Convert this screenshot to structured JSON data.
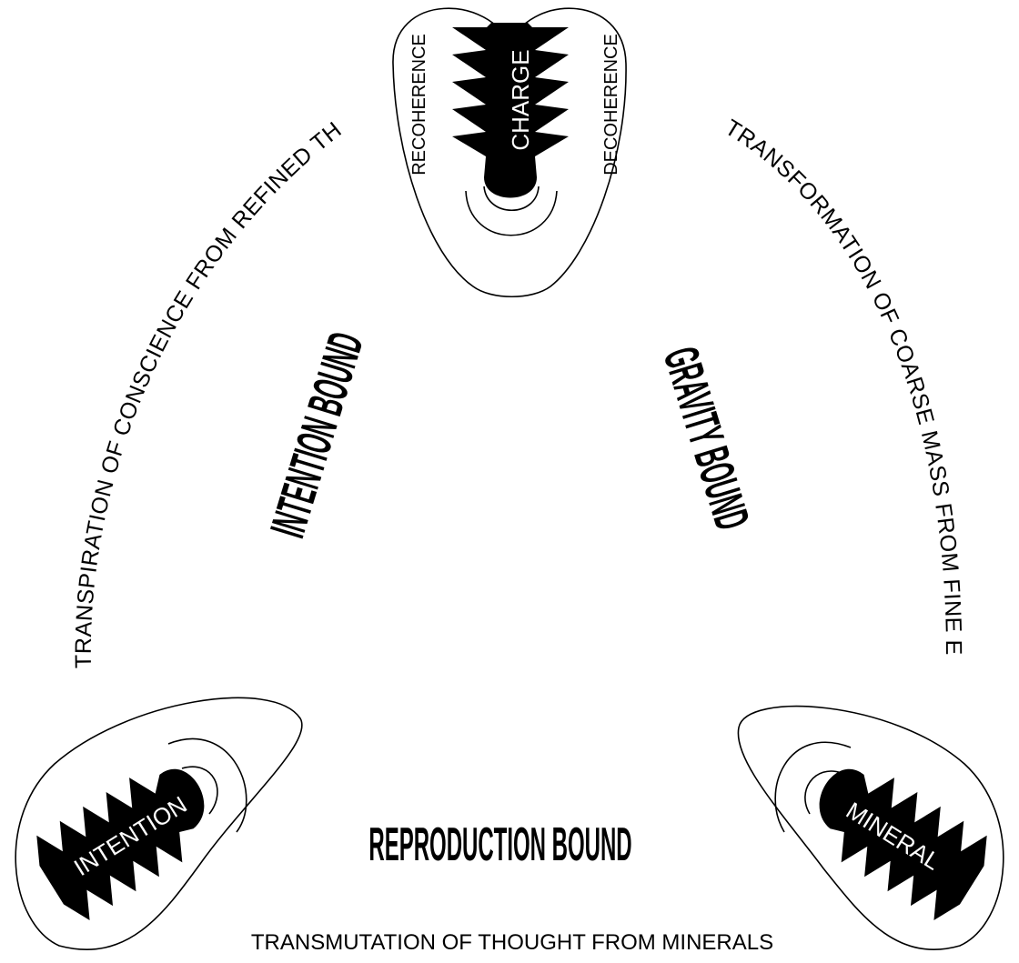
{
  "diagram": {
    "nodes": {
      "top": {
        "label": "CHARGE",
        "left_side": "RECOHERENCE",
        "right_side": "DECOHERENCE"
      },
      "bottom_left": {
        "label": "INTENTION"
      },
      "bottom_right": {
        "label": "MINERAL"
      }
    },
    "arcs": {
      "left": "TRANSPIRATION OF CONSCIENCE  FROM REFINED THOUGHT",
      "right": "TRANSFORMATION OF COARSE MASS FROM FINE ENERGY",
      "bottom": "TRANSMUTATION OF THOUGHT FROM MINERALS"
    },
    "bounds": {
      "left": "INTENTION BOUND",
      "right": "GRAVITY BOUND",
      "bottom": "REPRODUCTION BOUND"
    }
  }
}
